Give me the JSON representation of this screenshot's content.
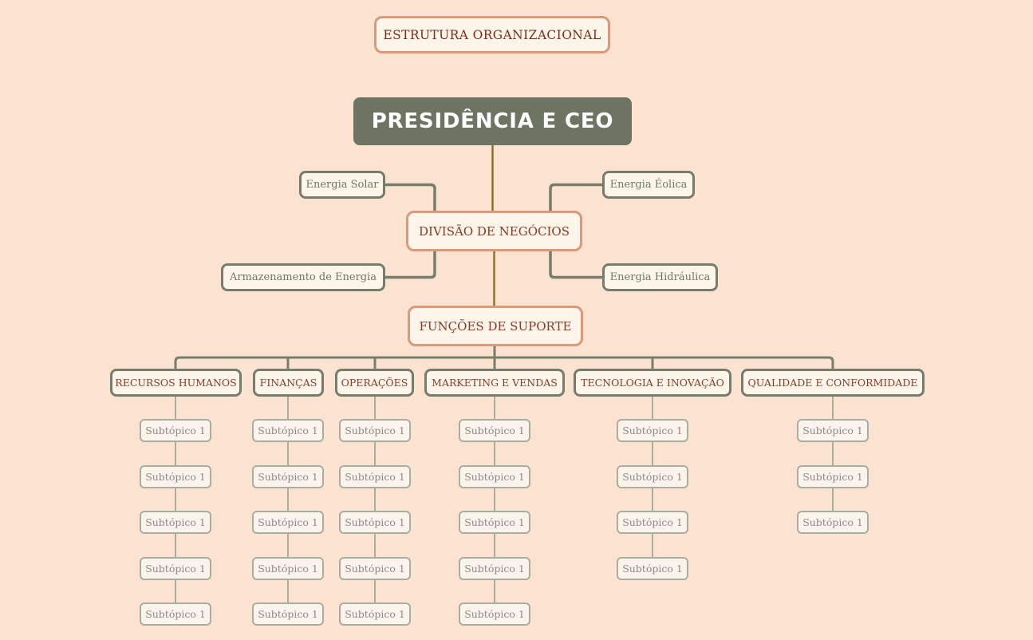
{
  "title": {
    "label": "ESTRUTURA ORGANIZACIONAL"
  },
  "root": {
    "label": "PRESIDÊNCIA E CEO"
  },
  "division": {
    "label": "DIVISÃO DE NEGÓCIOS",
    "branches": [
      {
        "label": "Energia Solar"
      },
      {
        "label": "Energia Éolica"
      },
      {
        "label": "Armazenamento de Energia"
      },
      {
        "label": "Energia Hidráulica"
      }
    ]
  },
  "support": {
    "label": "FUNÇÕES DE SUPORTE",
    "departments": [
      {
        "label": "RECURSOS HUMANOS",
        "subtopics": [
          "Subtópico 1",
          "Subtópico 1",
          "Subtópico 1",
          "Subtópico 1",
          "Subtópico 1"
        ]
      },
      {
        "label": "FINANÇAS",
        "subtopics": [
          "Subtópico 1",
          "Subtópico 1",
          "Subtópico 1",
          "Subtópico 1",
          "Subtópico 1"
        ]
      },
      {
        "label": "OPERAÇÕES",
        "subtopics": [
          "Subtópico 1",
          "Subtópico 1",
          "Subtópico 1",
          "Subtópico 1",
          "Subtópico 1"
        ]
      },
      {
        "label": "MARKETING E VENDAS",
        "subtopics": [
          "Subtópico 1",
          "Subtópico 1",
          "Subtópico 1",
          "Subtópico 1",
          "Subtópico 1"
        ]
      },
      {
        "label": "TECNOLOGIA E INOVAÇÃO",
        "subtopics": [
          "Subtópico 1",
          "Subtópico 1",
          "Subtópico 1",
          "Subtópico 1"
        ]
      },
      {
        "label": "QUALIDADE E CONFORMIDADE",
        "subtopics": [
          "Subtópico 1",
          "Subtópico 1",
          "Subtópico 1"
        ]
      }
    ]
  },
  "colors": {
    "background": "#fce3d1",
    "node_fill": "#fdf4ea",
    "accent_border": "#d89a7a",
    "accent_text": "#8a3a22",
    "root_fill": "#6d7562",
    "root_text": "#ffffff",
    "branch_border": "#767e6b",
    "subtopic_border": "#a8af9c",
    "subtopic_text": "#8b8b82",
    "center_line": "#8d7428"
  }
}
